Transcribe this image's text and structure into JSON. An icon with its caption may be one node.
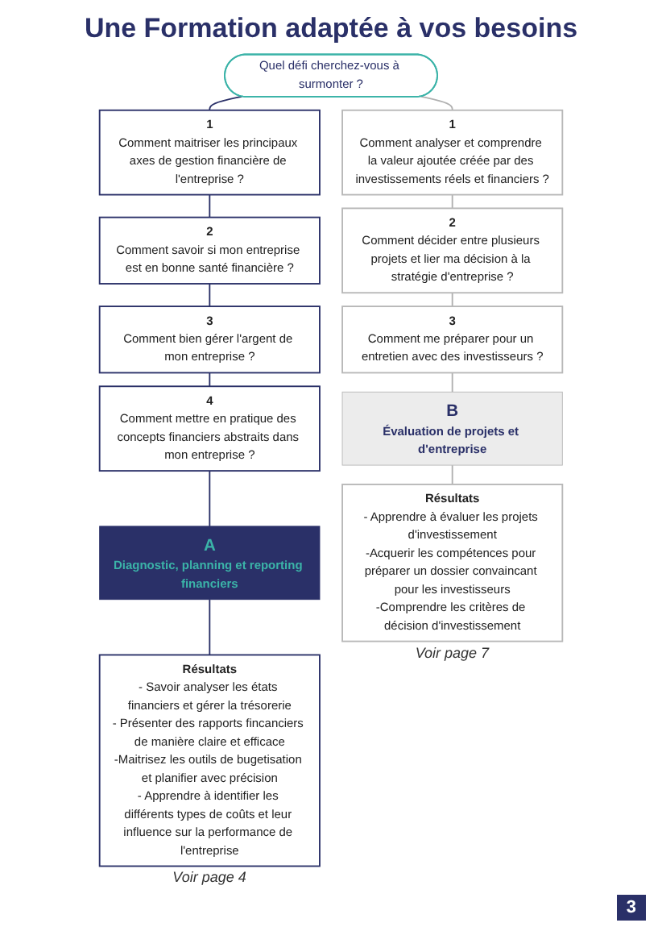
{
  "diagram": {
    "title": "Une Formation adaptée à vos besoins",
    "nodes": [
      {
        "text": [
          "Quel défi cherchez-vous à surmonter ?"
        ]
      },
      {
        "text": [
          "1",
          "Comment maitriser les principaux axes de gestion financière de l'entreprise ?"
        ]
      },
      {
        "text": [
          "2",
          "Comment savoir si mon entreprise est en bonne santé financière ?"
        ]
      },
      {
        "text": [
          "3",
          "Comment bien gérer l'argent de mon entreprise ?"
        ]
      },
      {
        "text": [
          "4",
          "Comment mettre en pratique des concepts financiers abstraits dans mon entreprise ?"
        ]
      },
      {
        "text": [
          "1",
          "Comment analyser et comprendre la valeur ajoutée créée par des investissements réels et financiers ?"
        ]
      },
      {
        "text": [
          "2",
          "Comment décider entre plusieurs projets et lier ma décision à la stratégie d'entreprise ?"
        ]
      },
      {
        "text": [
          "3",
          "Comment me préparer pour un entretien avec des investisseurs ?"
        ]
      },
      {
        "text": [
          "A",
          "Diagnostic, planning et reporting financiers"
        ]
      },
      {
        "text": [
          "B",
          "Évaluation de projets et d'entreprise"
        ]
      },
      {
        "text": [
          "Résultats",
          "- Savoir analyser les états financiers et gérer la trésorerie",
          "- Présenter des rapports fincanciers de manière claire et efficace",
          "-Maitrisez les outils de bugetisation et planifier avec précision",
          "- Apprendre à identifier les différents types de coûts et leur influence sur la performance de l'entreprise"
        ],
        "beside": [
          "Voir page 4"
        ]
      },
      {
        "text": [
          "Résultats",
          "- Apprendre à évaluer les projets d'investissement",
          "-Acquerir les compétences pour préparer un dossier convaincant pour les investisseurs",
          "-Comprendre les critères de décision d'investissement"
        ],
        "beside": [
          "Voir page 7"
        ]
      }
    ],
    "edges": [
      {
        "from": 0,
        "to": 1,
        "arrow": "none"
      },
      {
        "from": 1,
        "to": 2,
        "arrow": "none"
      },
      {
        "from": 2,
        "to": 3,
        "arrow": "none"
      },
      {
        "from": 3,
        "to": 4,
        "arrow": "none"
      },
      {
        "from": 4,
        "to": 8,
        "arrow": "none"
      },
      {
        "from": 8,
        "to": 10,
        "arrow": "none"
      },
      {
        "from": 0,
        "to": 5,
        "arrow": "none",
        "color": "#b0b0b0"
      },
      {
        "from": 5,
        "to": 6,
        "arrow": "none",
        "color": "#b0b0b0"
      },
      {
        "from": 6,
        "to": 7,
        "arrow": "none",
        "color": "#b0b0b0"
      },
      {
        "from": 7,
        "to": 9,
        "arrow": "none",
        "color": "#b0b0b0"
      },
      {
        "from": 9,
        "to": 11,
        "arrow": "none",
        "color": "#b0b0b0"
      }
    ],
    "labels": [
      "3"
    ]
  }
}
